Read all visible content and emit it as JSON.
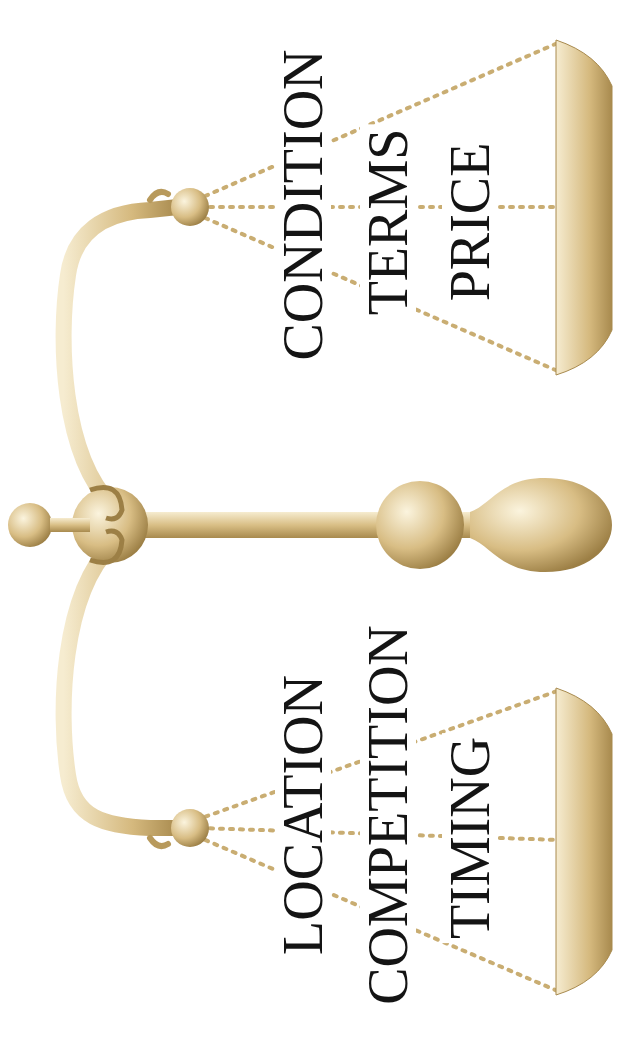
{
  "diagram": {
    "labels": [
      "CONDITION",
      "TERMS",
      "PRICE",
      "LOCATION",
      "COMPETITION",
      "TIMING"
    ]
  }
}
